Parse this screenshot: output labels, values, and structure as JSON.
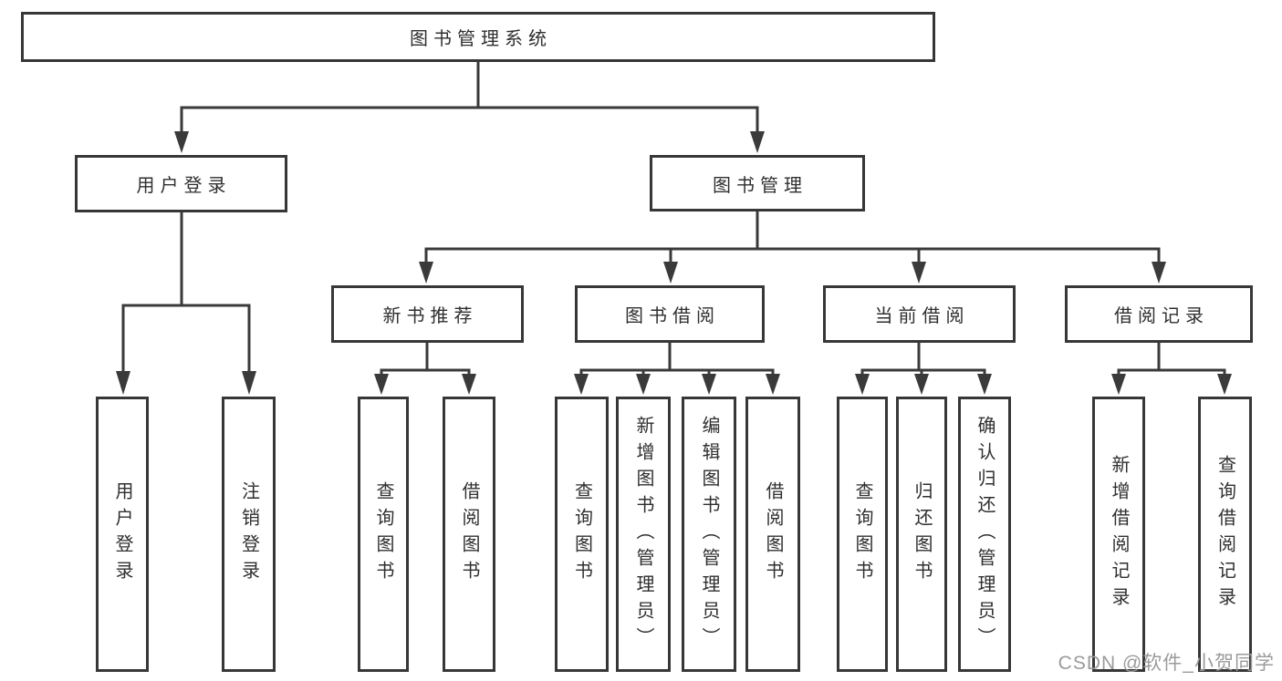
{
  "diagram": {
    "title": "图书管理系统",
    "level1": [
      {
        "label": "用户登录",
        "children": [
          {
            "label": "用户登录"
          },
          {
            "label": "注销登录"
          }
        ]
      },
      {
        "label": "图书管理",
        "children": [
          {
            "label": "新书推荐",
            "children": [
              {
                "label": "查询图书"
              },
              {
                "label": "借阅图书"
              }
            ]
          },
          {
            "label": "图书借阅",
            "children": [
              {
                "label": "查询图书"
              },
              {
                "label": "新增图书（管理员）"
              },
              {
                "label": "编辑图书（管理员）"
              },
              {
                "label": "借阅图书"
              }
            ]
          },
          {
            "label": "当前借阅",
            "children": [
              {
                "label": "查询图书"
              },
              {
                "label": "归还图书"
              },
              {
                "label": "确认归还（管理员）"
              }
            ]
          },
          {
            "label": "借阅记录",
            "children": [
              {
                "label": "新增借阅记录"
              },
              {
                "label": "查询借阅记录"
              }
            ]
          }
        ]
      }
    ]
  },
  "watermark": "CSDN @软件_小贺同学",
  "colors": {
    "background": "#ffffff",
    "box_border": "#373737",
    "line": "#3a3a3a",
    "text": "#2f2f2f",
    "watermark": "#9b9b9b"
  }
}
